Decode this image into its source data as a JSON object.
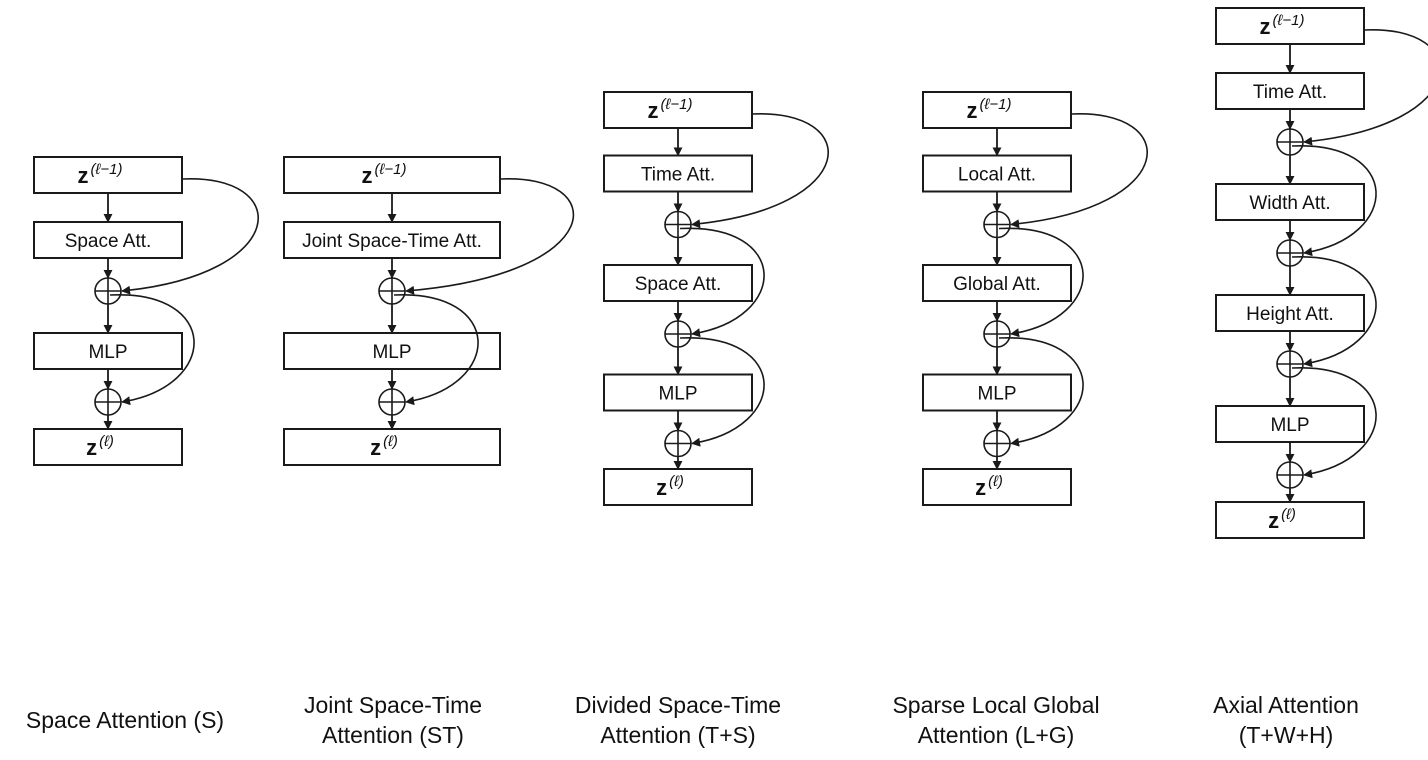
{
  "z_symbol": "z",
  "z_in_sup": "(ℓ−1)",
  "z_out_sup": "(ℓ)",
  "columns": [
    {
      "name": "space",
      "blocks": [
        "Space Att.",
        "MLP"
      ],
      "caption": [
        "Space Attention (S)"
      ]
    },
    {
      "name": "joint",
      "blocks": [
        "Joint Space-Time Att.",
        "MLP"
      ],
      "caption": [
        "Joint Space-Time",
        "Attention (ST)"
      ]
    },
    {
      "name": "divided",
      "blocks": [
        "Time Att.",
        "Space Att.",
        "MLP"
      ],
      "caption": [
        "Divided Space-Time",
        "Attention (T+S)"
      ]
    },
    {
      "name": "sparse",
      "blocks": [
        "Local Att.",
        "Global Att.",
        "MLP"
      ],
      "caption": [
        "Sparse Local Global",
        "Attention (L+G)"
      ]
    },
    {
      "name": "axial",
      "blocks": [
        "Time Att.",
        "Width Att.",
        "Height Att.",
        "MLP"
      ],
      "caption": [
        "Axial Attention",
        "(T+W+H)"
      ]
    }
  ]
}
